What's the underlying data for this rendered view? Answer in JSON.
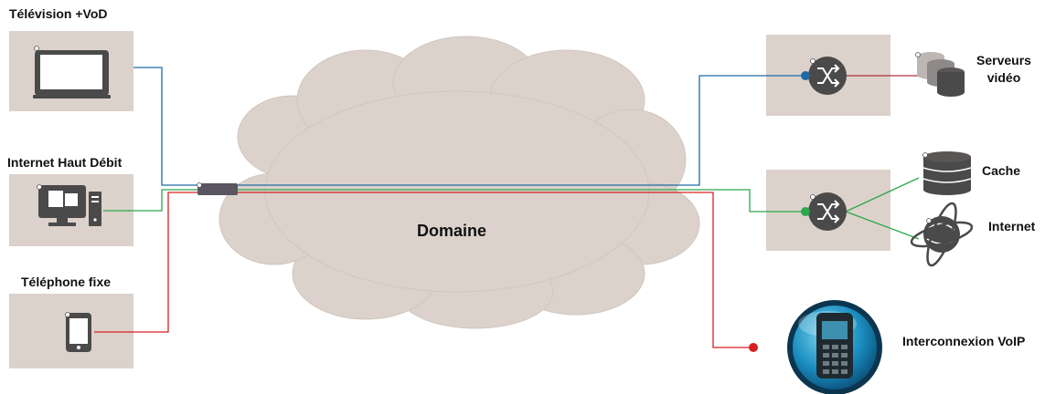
{
  "diagram": {
    "cloud_label": "Domaine",
    "clients": [
      {
        "id": "tv",
        "label": "Télévision +VoD",
        "icon": "tv-icon"
      },
      {
        "id": "internet",
        "label": "Internet Haut Débit",
        "icon": "computer-icon"
      },
      {
        "id": "phone",
        "label": "Téléphone fixe",
        "icon": "mobile-phone-icon"
      }
    ],
    "services": [
      {
        "id": "video",
        "label_line1": "Serveurs",
        "label_line2": "vidéo",
        "icon": "video-servers-icon"
      },
      {
        "id": "cache",
        "label": "Cache",
        "icon": "database-icon"
      },
      {
        "id": "web",
        "label": "Internet",
        "icon": "globe-network-icon"
      },
      {
        "id": "voip",
        "label": "Interconnexion VoIP",
        "icon": "voip-phone-icon"
      }
    ],
    "colors": {
      "tv_link": "#1f6aa5",
      "internet_link": "#2aa84a",
      "phone_link": "#d62020",
      "server_link": "#b03040",
      "box_fill": "#dcd2cb",
      "cloud_fill": "#dcd2cb",
      "icon_dark": "#4a4a4a"
    }
  }
}
